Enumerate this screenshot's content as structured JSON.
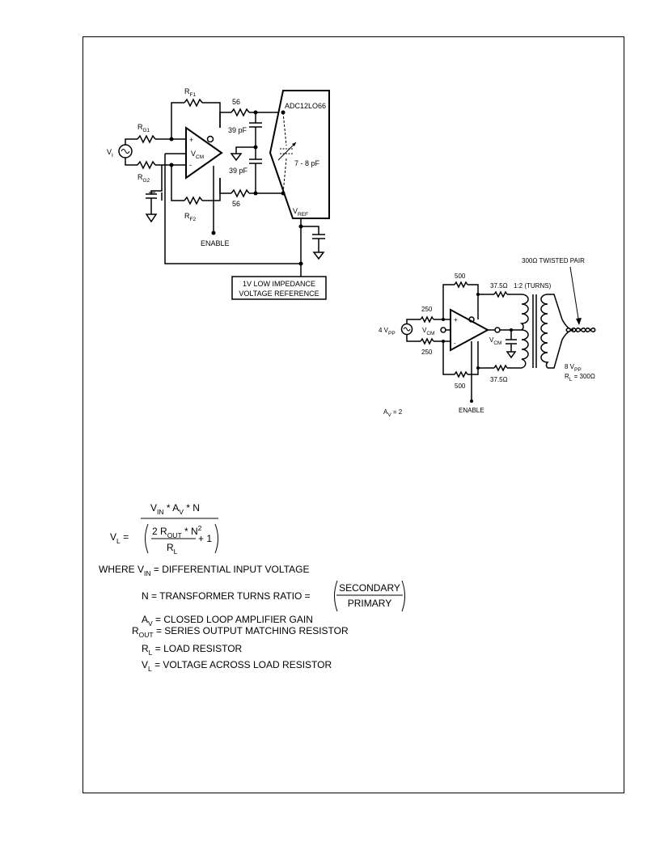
{
  "left_circuit": {
    "rf1": "R",
    "rf1_sub": "F1",
    "rg1": "R",
    "rg1_sub": "G1",
    "rg2": "R",
    "rg2_sub": "G2",
    "rf2": "R",
    "rf2_sub": "F2",
    "vi": "V",
    "vi_sub": "I",
    "vcm": "V",
    "vcm_sub": "CM",
    "plus": "+",
    "minus": "-",
    "r56_top": "56",
    "r56_bottom": "56",
    "cap_top": "39 pF",
    "cap_bottom": "39 pF",
    "adc_name": "ADC12LO66",
    "cap_var": "7 - 8 pF",
    "vref": "V",
    "vref_sub": "REF",
    "enable": "ENABLE",
    "reference_line1": "1V LOW IMPEDANCE",
    "reference_line2": "VOLTAGE REFERENCE"
  },
  "right_circuit": {
    "twisted_pair": "300Ω TWISTED PAIR",
    "r500_top": "500",
    "r500_bottom": "500",
    "r37_top": "37.5Ω",
    "r37_bottom": "37.5Ω",
    "turns": "1:2 (TURNS)",
    "r250_top": "250",
    "r250_bottom": "250",
    "vpp_in": "4 V",
    "vpp_in_sub": "PP",
    "vcm": "V",
    "vcm_sub": "CM",
    "vcm_out": "V",
    "vcm_out_sub": "CM",
    "plus": "+",
    "minus": "-",
    "vpp_out": "8 V",
    "vpp_out_sub": "PP",
    "rl": "R",
    "rl_sub": "L",
    "rl_value": " = 300Ω",
    "enable": "ENABLE",
    "av": "A",
    "av_sub": "V",
    "av_value": " = 2"
  },
  "equation": {
    "vl": "V",
    "vl_sub": "L",
    "equals": " =",
    "num_vin": "V",
    "num_vin_sub": "IN",
    "num_av": " * A",
    "num_av_sub": "V",
    "num_n": " * N",
    "den_two": "2 R",
    "den_rout_sub": "OUT",
    "den_n": " * N",
    "den_sup": "2",
    "den_rl": "R",
    "den_rl_sub": "L",
    "den_plus": "+ 1",
    "where": "WHERE V",
    "where_sub": "IN",
    "where_rest": " = DIFFERENTIAL INPUT VOLTAGE",
    "n_def": "N = TRANSFORMER TURNS RATIO =",
    "secondary": "SECONDARY",
    "primary": "PRIMARY",
    "av_def": "A",
    "av_def_sub": "V",
    "av_def_rest": " = CLOSED LOOP AMPLIFIER GAIN",
    "rout_def": "R",
    "rout_def_sub": "OUT",
    "rout_def_rest": " =  SERIES OUTPUT MATCHING RESISTOR",
    "rl_def": "R",
    "rl_def_sub": "L",
    "rl_def_rest": " = LOAD RESISTOR",
    "vl_def": "V",
    "vl_def_sub": "L",
    "vl_def_rest": " = VOLTAGE ACROSS LOAD RESISTOR"
  }
}
